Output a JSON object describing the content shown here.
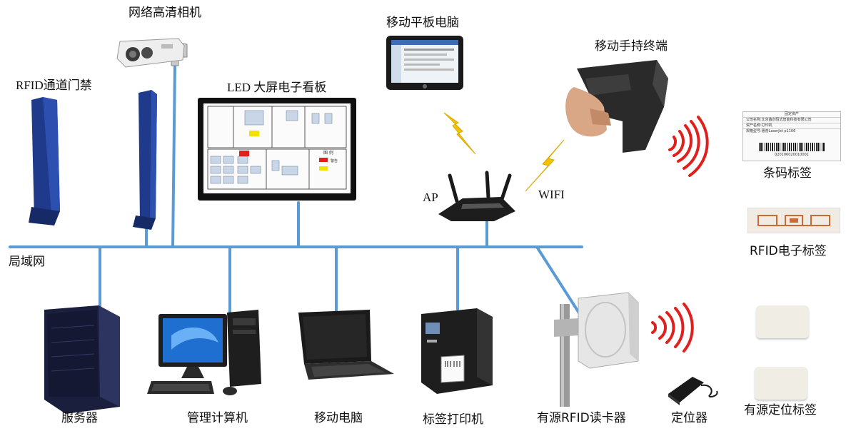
{
  "title": "",
  "network": {
    "lan_label": "局域网",
    "ap_label": "AP",
    "wifi_label": "WIFI"
  },
  "top_devices": {
    "camera": "网络高清相机",
    "rfid_gate": "RFID通道门禁",
    "led_board": "LED 大屏电子看板",
    "tablet": "移动平板电脑",
    "handheld": "移动手持终端"
  },
  "bottom_devices": {
    "server": "服务器",
    "mgmt_pc": "管理计算机",
    "laptop": "移动电脑",
    "label_printer": "标签打印机",
    "active_reader": "有源RFID读卡器",
    "locator": "定位器",
    "active_tag": "有源定位标签"
  },
  "tags": {
    "barcode_label": "条码标签",
    "rfid_tag": "RFID电子标签",
    "barcode_card": {
      "header": "固定资产",
      "line1": "公司名称:北京鑫创恒式智能科技有限公司",
      "line2": "资产名称:打印机",
      "line3": "规格型号:惠普LaserJet p1106",
      "code": "020106020010001"
    }
  },
  "led_screen": {
    "legend_title": "图 例",
    "legend_item1": "警告",
    "legend_item2": ""
  },
  "colors": {
    "network_line": "#5b9bd5",
    "signal_red": "#e0201c",
    "lightning": "#f2c200",
    "device_dark": "#1a1a1a",
    "gate_blue": "#1f3a8a"
  }
}
